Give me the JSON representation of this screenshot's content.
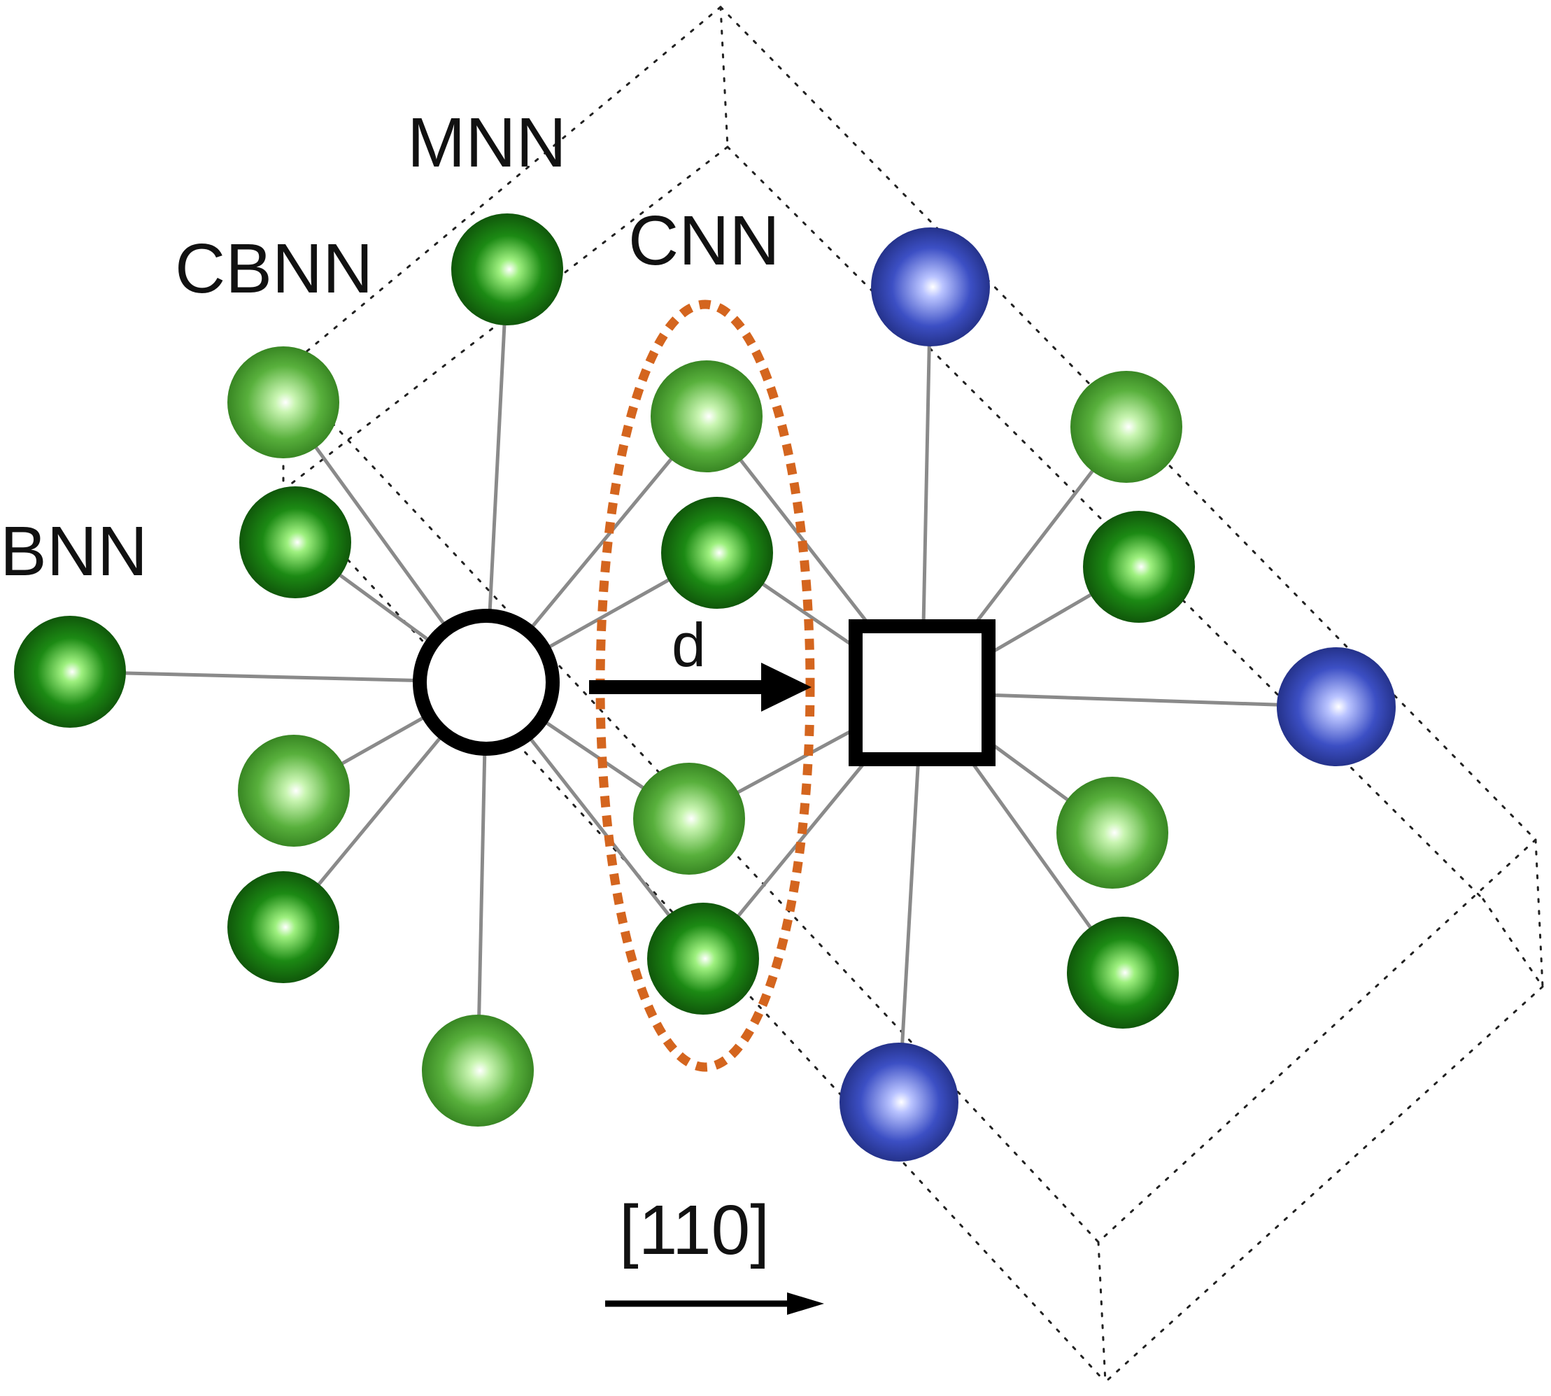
{
  "labels": {
    "mnn": "MNN",
    "cbnn": "CBNN",
    "cnn": "CNN",
    "bnn": "BNN",
    "d": "d",
    "direction": "[110]"
  },
  "colors": {
    "atom_dark_green": "#1c8a14",
    "atom_light_green": "#58b03c",
    "atom_blue": "#3c4fc4",
    "cnn_highlight": "#d4651e",
    "bond": "#8a8a8a",
    "cell_outline": "#222222",
    "vacancy_marker": "#000000"
  },
  "legend_markers": {
    "origin_site": "open-circle",
    "target_site": "open-square"
  }
}
